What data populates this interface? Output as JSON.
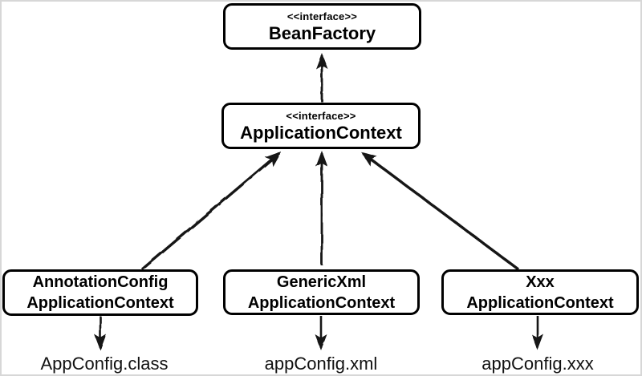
{
  "diagram": {
    "type": "uml-class-hierarchy",
    "nodes": {
      "bean_factory": {
        "stereotype": "<<interface>>",
        "name": "BeanFactory"
      },
      "application_context": {
        "stereotype": "<<interface>>",
        "name": "ApplicationContext"
      },
      "annotation_config_application_context": {
        "name_line1": "AnnotationConfig",
        "name_line2": "ApplicationContext"
      },
      "generic_xml_application_context": {
        "name_line1": "GenericXml",
        "name_line2": "ApplicationContext"
      },
      "xxx_application_context": {
        "name_line1": "Xxx",
        "name_line2": "ApplicationContext"
      }
    },
    "file_labels": {
      "annotation_config": "AppConfig.class",
      "generic_xml": "appConfig.xml",
      "xxx": "appConfig.xxx"
    },
    "edges": [
      {
        "from": "ApplicationContext",
        "to": "BeanFactory",
        "arrow": "up"
      },
      {
        "from": "AnnotationConfigApplicationContext",
        "to": "ApplicationContext",
        "arrow": "up"
      },
      {
        "from": "GenericXmlApplicationContext",
        "to": "ApplicationContext",
        "arrow": "up"
      },
      {
        "from": "XxxApplicationContext",
        "to": "ApplicationContext",
        "arrow": "up"
      },
      {
        "from": "AnnotationConfigApplicationContext",
        "to": "AppConfig.class",
        "arrow": "down"
      },
      {
        "from": "GenericXmlApplicationContext",
        "to": "appConfig.xml",
        "arrow": "down"
      },
      {
        "from": "XxxApplicationContext",
        "to": "appConfig.xxx",
        "arrow": "down"
      }
    ],
    "colors": {
      "line": "#121212",
      "box_border": "#000000",
      "box_fill": "#ffffff",
      "text": "#000000",
      "frame": "#d7d7d7",
      "background": "#ffffff"
    }
  }
}
